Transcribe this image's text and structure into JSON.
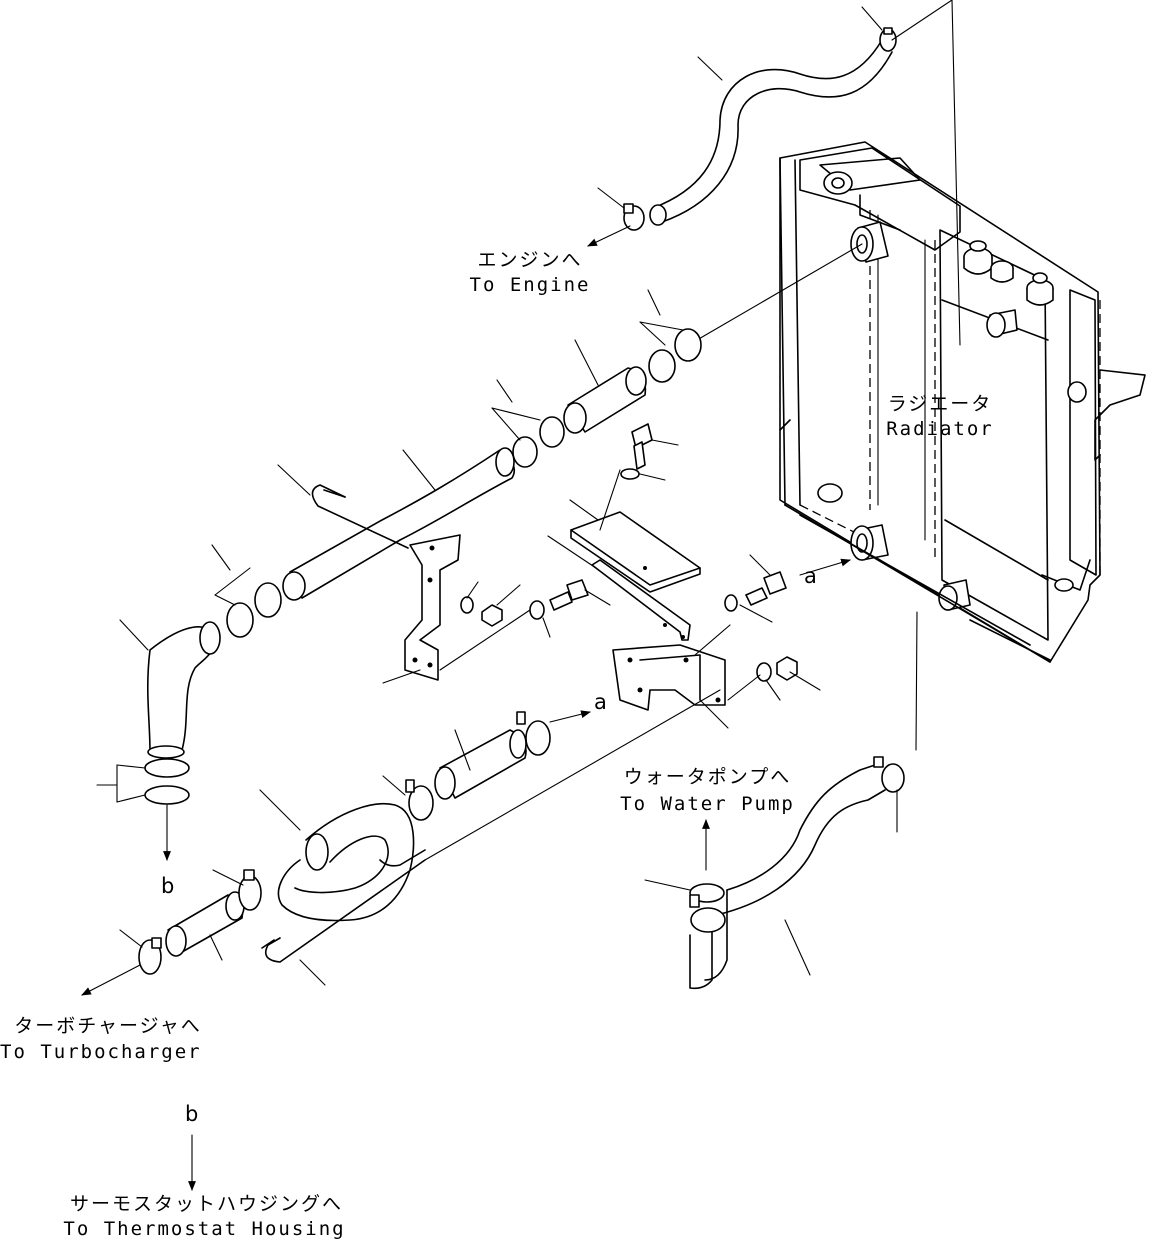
{
  "labels": {
    "engine_jp": "エンジンへ",
    "engine_en": "To Engine",
    "radiator_jp": "ラジエータ",
    "radiator_en": "Radiator",
    "water_pump_jp": "ウォータポンプへ",
    "water_pump_en": "To Water Pump",
    "turbo_jp": "ターボチャージャへ",
    "turbo_en": "To Turbocharger",
    "thermostat_jp": "サーモスタットハウジングへ",
    "thermostat_en": "To Thermostat Housing"
  },
  "markers": {
    "a": "a",
    "b": "b"
  }
}
